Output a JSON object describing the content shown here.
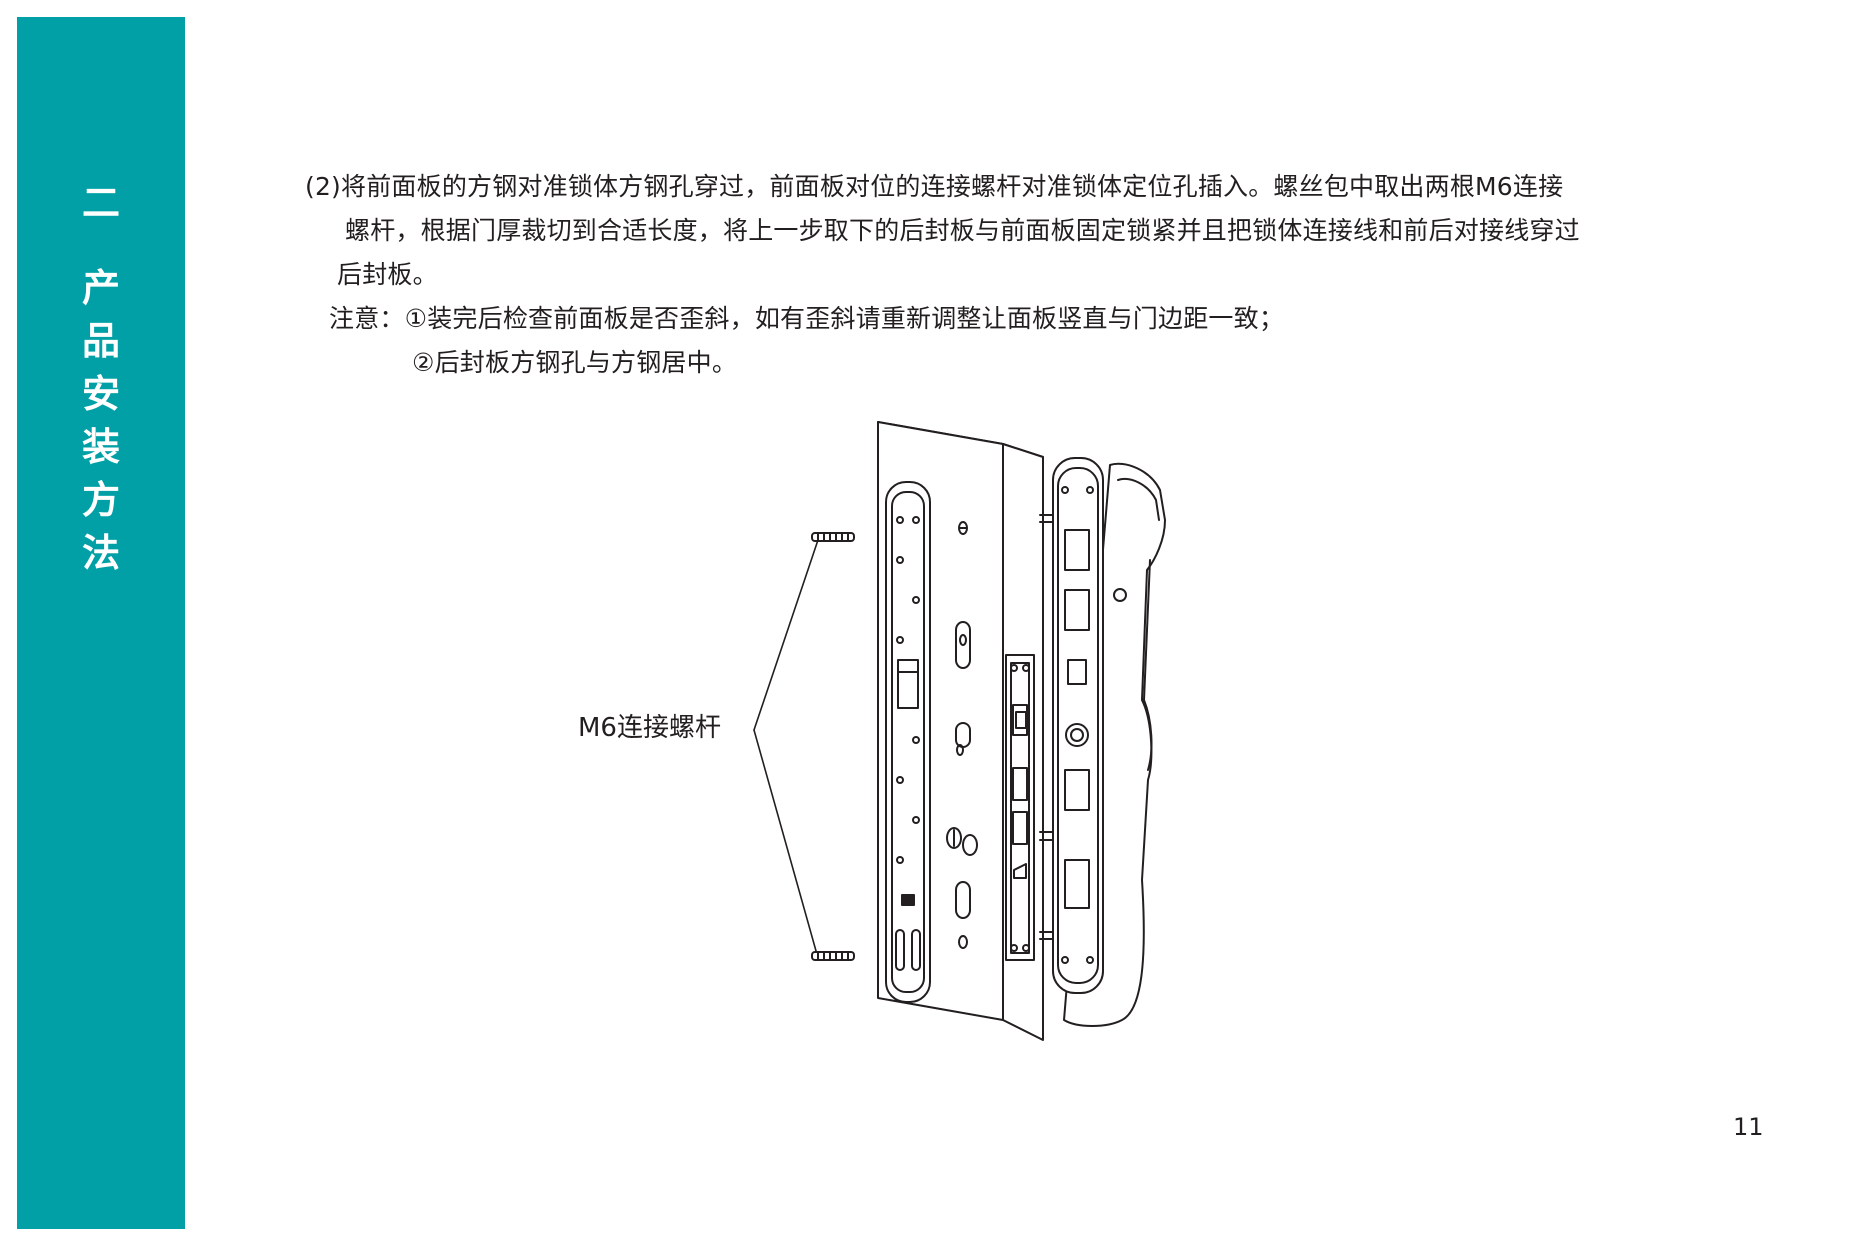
{
  "sidebar": {
    "number": "二",
    "chars": [
      "产",
      "品",
      "安",
      "装",
      "方",
      "法"
    ],
    "color": "#00a0a6"
  },
  "instructions": {
    "step_line1": "(2)将前面板的方钢对准锁体方钢孔穿过，前面板对位的连接螺杆对准锁体定位孔插入。螺丝包中取出两根M6连接",
    "step_line2": "螺杆，根据门厚裁切到合适长度，将上一步取下的后封板与前面板固定锁紧并且把锁体连接线和前后对接线穿过",
    "step_line3": "后封板。",
    "note_line1": "注意：①装完后检查前面板是否歪斜，如有歪斜请重新调整让面板竖直与门边距一致；",
    "note_line2": "②后封板方钢孔与方钢居中。"
  },
  "figure": {
    "callout_label": "M6连接螺杆"
  },
  "page_number": "11"
}
